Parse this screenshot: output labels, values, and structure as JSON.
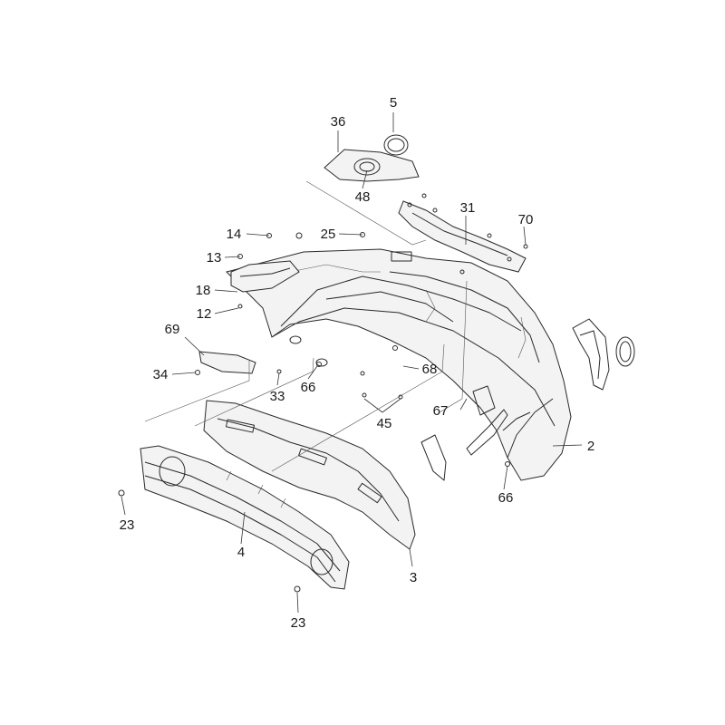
{
  "callouts": [
    {
      "id": "c5",
      "text": "5"
    },
    {
      "id": "c36",
      "text": "36"
    },
    {
      "id": "c48",
      "text": "48"
    },
    {
      "id": "c31",
      "text": "31"
    },
    {
      "id": "c70",
      "text": "70"
    },
    {
      "id": "c14",
      "text": "14"
    },
    {
      "id": "c25",
      "text": "25"
    },
    {
      "id": "c13",
      "text": "13"
    },
    {
      "id": "c18",
      "text": "18"
    },
    {
      "id": "c12",
      "text": "12"
    },
    {
      "id": "c69",
      "text": "69"
    },
    {
      "id": "c34",
      "text": "34"
    },
    {
      "id": "c33",
      "text": "33"
    },
    {
      "id": "c66a",
      "text": "66"
    },
    {
      "id": "c68",
      "text": "68"
    },
    {
      "id": "c45",
      "text": "45"
    },
    {
      "id": "c67",
      "text": "67"
    },
    {
      "id": "c2",
      "text": "2"
    },
    {
      "id": "c66b",
      "text": "66"
    },
    {
      "id": "c23a",
      "text": "23"
    },
    {
      "id": "c4",
      "text": "4"
    },
    {
      "id": "c3",
      "text": "3"
    },
    {
      "id": "c23b",
      "text": "23"
    }
  ]
}
